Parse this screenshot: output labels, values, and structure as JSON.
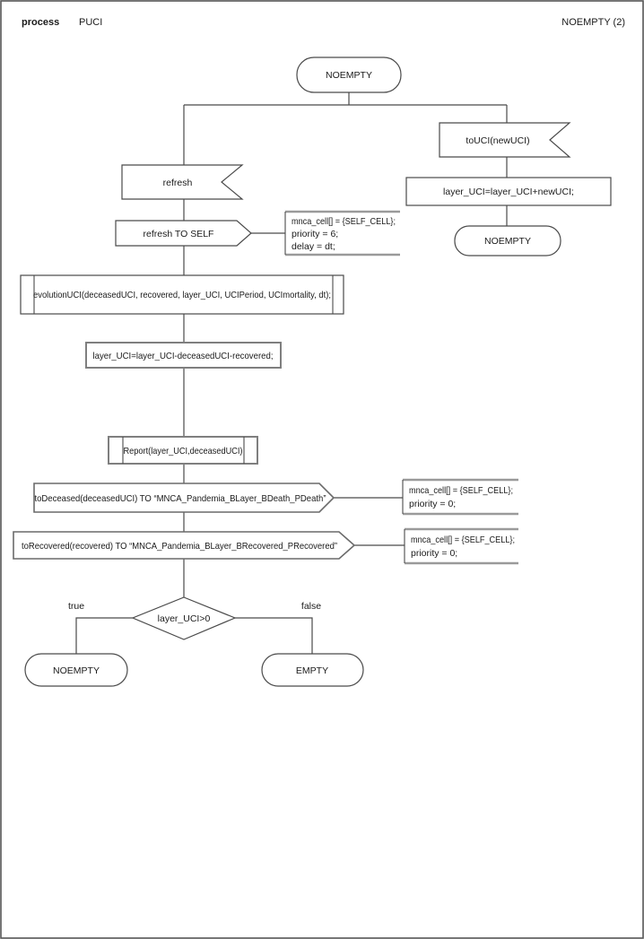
{
  "header": {
    "kind_label": "process",
    "name": "PUCI",
    "page_label": "NOEMPTY (2)"
  },
  "start_state": {
    "label": "NOEMPTY"
  },
  "right_branch": {
    "input": "toUCI(newUCI)",
    "task": "layer_UCI=layer_UCI+newUCI;",
    "next_state": "NOEMPTY"
  },
  "left_branch": {
    "input": "refresh",
    "output_self": "refresh TO SELF",
    "comment_self": {
      "line1": "mnca_cell[] = {SELF_CELL};",
      "line2": "priority = 6;",
      "line3": "delay = dt;"
    },
    "procedure_evolution": "evolutionUCI(deceasedUCI, recovered, layer_UCI, UCIPeriod, UCImortality, dt);",
    "task_update": "layer_UCI=layer_UCI-deceasedUCI-recovered;",
    "procedure_report": "Report(layer_UCI,deceasedUCI)",
    "output_deceased": "toDeceased(deceasedUCI) TO “MNCA_Pandemia_BLayer_BDeath_PDeath”",
    "comment_deceased": {
      "line1": "mnca_cell[] = {SELF_CELL};",
      "line2": "priority = 0;"
    },
    "output_recovered": "toRecovered(recovered) TO “MNCA_Pandemia_BLayer_BRecovered_PRecovered”",
    "comment_recovered": {
      "line1": "mnca_cell[] = {SELF_CELL};",
      "line2": "priority = 0;"
    },
    "decision": {
      "condition": "layer_UCI>0",
      "true_label": "true",
      "false_label": "false",
      "true_state": "NOEMPTY",
      "false_state": "EMPTY"
    }
  },
  "colors": {
    "line_stroke": "#4a4a4a",
    "comment_bar": "#9a9a9a",
    "emphasis_border": "#7f7f7f",
    "background": "#ffffff",
    "text": "#1a1a1a"
  }
}
